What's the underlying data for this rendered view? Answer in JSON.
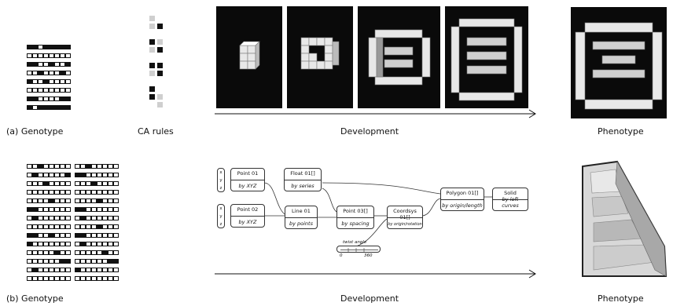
{
  "row_a": {
    "genotype_label": "(a)  Genotype",
    "ca_label": "CA rules",
    "development_label": "Development",
    "phenotype_label": "Phenotype",
    "genotype_rows": [
      "11011111",
      "00000000",
      "11001001",
      "00100010",
      "10010000",
      "00000000",
      "11000011",
      "10111111"
    ],
    "ca_rules": [
      [
        "light",
        "off"
      ],
      [
        "light",
        "dark"
      ],
      [
        "off",
        "off"
      ],
      [
        "dark",
        "light"
      ],
      [
        "light",
        "dark"
      ],
      [
        "off",
        "off"
      ],
      [
        "dark",
        "dark"
      ],
      [
        "light",
        "dark"
      ],
      [
        "off",
        "off"
      ],
      [
        "dark",
        "off"
      ],
      [
        "dark",
        "light"
      ],
      [
        "off",
        "light"
      ]
    ]
  },
  "row_b": {
    "genotype_label": "(b)  Genotype",
    "development_label": "Development",
    "phenotype_label": "Phenotype",
    "genotype_left": [
      "00100000",
      "01000001",
      "00010000",
      "00000000",
      "00001000",
      "11000000",
      "01000000",
      "00000000",
      "11001000",
      "10000000",
      "00000100",
      "00000011",
      "01000000",
      "00000000"
    ],
    "genotype_right": [
      "00100000",
      "11000000",
      "00010000",
      "00000000",
      "00001000",
      "11000000",
      "01000000",
      "00001000",
      "11000000",
      "01000000",
      "00000100",
      "00000011",
      "10000000",
      "00000000"
    ],
    "nodes": {
      "p1_title": "Point 01",
      "p1_sub": "by XYZ",
      "p2_title": "Point 02",
      "p2_sub": "by XYZ",
      "f1_title": "Float 01[]",
      "f1_sub": "by series",
      "l1_title": "Line 01",
      "l1_sub": "by points",
      "p3_title": "Point 03[]",
      "p3_sub": "by spacing",
      "c1_title": "Coordsys 01[]",
      "c1_sub": "by origin/rotation",
      "pg_title": "Polygon 01[]",
      "pg_sub": "by origin/length",
      "s_title": "Solid",
      "s_sub": "by loft curves",
      "xyz_x": "x",
      "xyz_y": "y",
      "xyz_z": "z",
      "twist_label": "twist angle",
      "twist_min": "0",
      "twist_max": "360"
    }
  },
  "colors": {
    "ink": "#111111",
    "panel_bg": "#0a0a0a",
    "light_cell": "#cfcfcf"
  }
}
